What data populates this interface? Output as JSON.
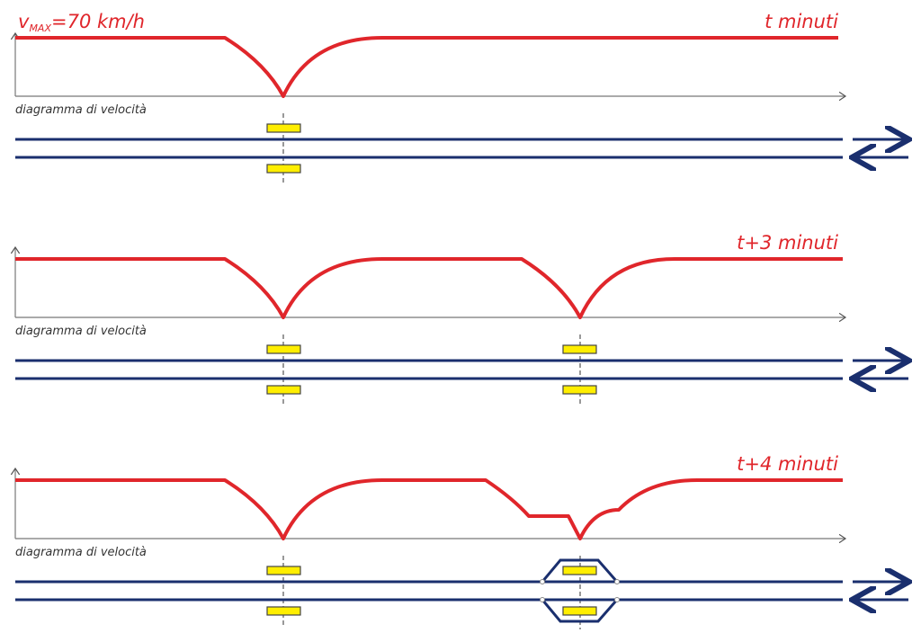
{
  "title_speed": {
    "v": "v",
    "sub": "MAX",
    "rest": "=70 km/h"
  },
  "panels": [
    {
      "time_label": "t minuti",
      "caption": "diagramma di velocità"
    },
    {
      "time_label": "t+3 minuti",
      "caption": "diagramma di velocità"
    },
    {
      "time_label": "t+4 minuti",
      "caption": "diagramma di velocità"
    }
  ],
  "colors": {
    "speed_curve": "#e0262b",
    "track": "#1a2f6e",
    "platform": "#ffee00"
  }
}
